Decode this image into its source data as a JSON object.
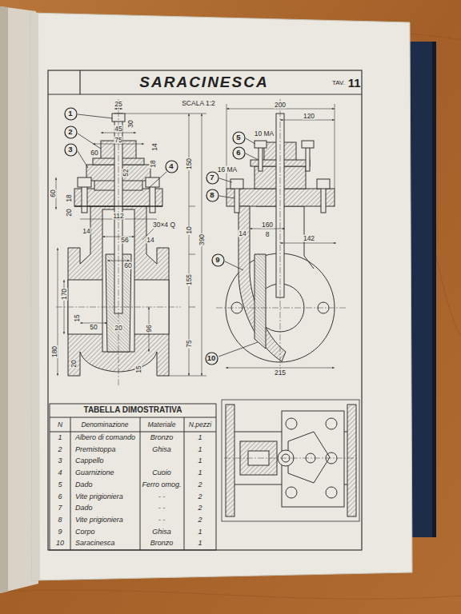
{
  "diagram": {
    "title": "SARACINESCA",
    "nodes": [
      {
        "text": [
          "TAV.",
          "11"
        ]
      },
      {
        "text": [
          "1"
        ]
      },
      {
        "text": [
          "2"
        ]
      },
      {
        "text": [
          "3"
        ]
      },
      {
        "text": [
          "4"
        ]
      },
      {
        "text": [
          "5"
        ]
      },
      {
        "text": [
          "6"
        ]
      },
      {
        "text": [
          "7"
        ]
      },
      {
        "text": [
          "8"
        ]
      },
      {
        "text": [
          "9"
        ]
      },
      {
        "text": [
          "10"
        ]
      }
    ],
    "labels": [
      "SCALA 1:2",
      "25",
      "30",
      "45",
      "75",
      "14",
      "60",
      "52",
      "18",
      "150",
      "10",
      "390",
      "60",
      "18",
      "20",
      "14",
      "112",
      "56",
      "14",
      "30×4 Q",
      "60",
      "155",
      "180",
      "170",
      "15",
      "50",
      "20",
      "96",
      "75",
      "20",
      "15",
      "200",
      "120",
      "10 MA",
      "16 MA",
      "14",
      "160",
      "8",
      "142",
      "215",
      "TABELLA DIMOSTRATIVA",
      "N",
      "Denominazione",
      "Materiale",
      "N.pezzi",
      "1",
      "Albero di comando",
      "Bronzo",
      "1",
      "2",
      "Premistoppa",
      "Ghisa",
      "1",
      "3",
      "Cappello",
      "1",
      "4",
      "Guarnizione",
      "Cuoio",
      "1",
      "5",
      "Dado",
      "Ferro omog.",
      "2",
      "6",
      "Vite prigioniera",
      "- -",
      "2",
      "7",
      "Dado",
      "- -",
      "2",
      "8",
      "Vite prigioniera",
      "- -",
      "2",
      "9",
      "Corpo",
      "Ghisa",
      "1",
      "10",
      "Saracinesca",
      "Bronzo",
      "1"
    ]
  }
}
